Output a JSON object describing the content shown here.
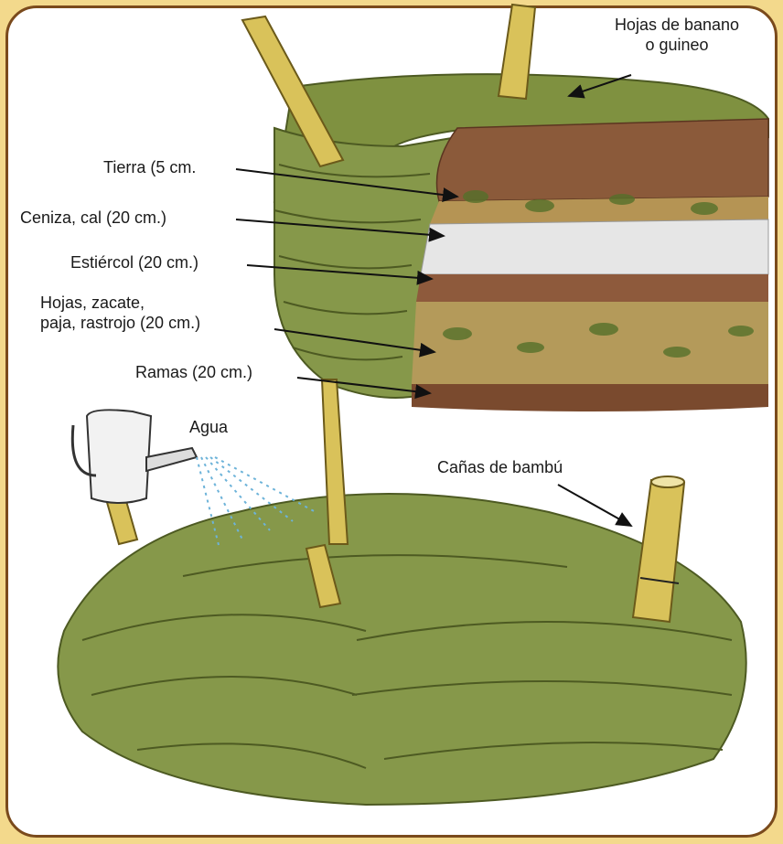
{
  "labels": {
    "banana_leaves_line1": "Hojas de banano",
    "banana_leaves_line2": "o guineo",
    "soil": "Tierra (5 cm.",
    "ash_lime": "Ceniza, cal (20 cm.)",
    "manure": "Estiércol (20 cm.)",
    "leaves_line1": "Hojas, zacate,",
    "leaves_line2": "paja, rastrojo (20 cm.)",
    "branches": "Ramas (20 cm.)",
    "water": "Agua",
    "bamboo": "Cañas de bambú"
  },
  "colors": {
    "frame_bg": "#f3d98c",
    "frame_border": "#7a4a1c",
    "leaf_green": "#8a9a4a",
    "soil_brown": "#8b5a3a",
    "ash_white": "#e8e8e8",
    "bamboo_yellow": "#d9c25a"
  }
}
